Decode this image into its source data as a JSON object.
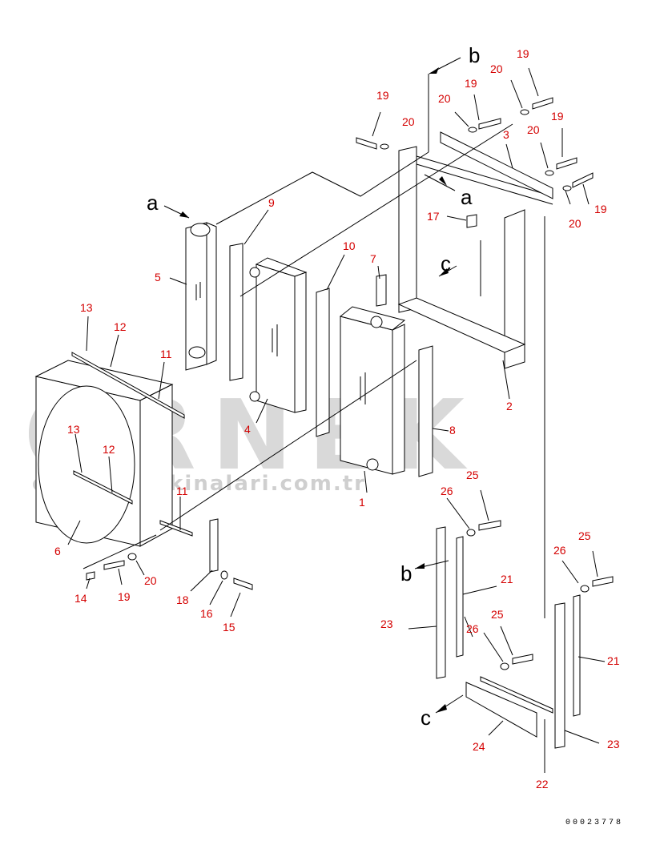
{
  "drawing_number": "00023778",
  "watermark": {
    "brand": "ORNEK",
    "url": "ornekismakinalari.com.tr"
  },
  "view_letters": {
    "a1": "a",
    "a2": "a",
    "b1": "b",
    "b2": "b",
    "c1": "c",
    "c2": "c"
  },
  "callouts": {
    "c19a": "19",
    "c20a": "20",
    "c19b": "19",
    "c20b": "20",
    "c19c": "19",
    "c20c": "20",
    "c19d": "19",
    "c20d": "20",
    "c19e": "19",
    "c20e": "20",
    "c3": "3",
    "c17": "17",
    "c9": "9",
    "c5": "5",
    "c10": "10",
    "c7": "7",
    "c13a": "13",
    "c12a": "12",
    "c11a": "11",
    "c13b": "13",
    "c12b": "12",
    "c4": "4",
    "c8": "8",
    "c2": "2",
    "c1": "1",
    "c11b": "11",
    "c6": "6",
    "c14": "14",
    "c19f": "19",
    "c20f": "20",
    "c18": "18",
    "c16": "16",
    "c15": "15",
    "c25a": "25",
    "c26a": "26",
    "c21a": "21",
    "c23a": "23",
    "c26b": "26",
    "c25b": "25",
    "c25c": "25",
    "c26c": "26",
    "c21b": "21",
    "c24": "24",
    "c22": "22",
    "c23b": "23"
  }
}
